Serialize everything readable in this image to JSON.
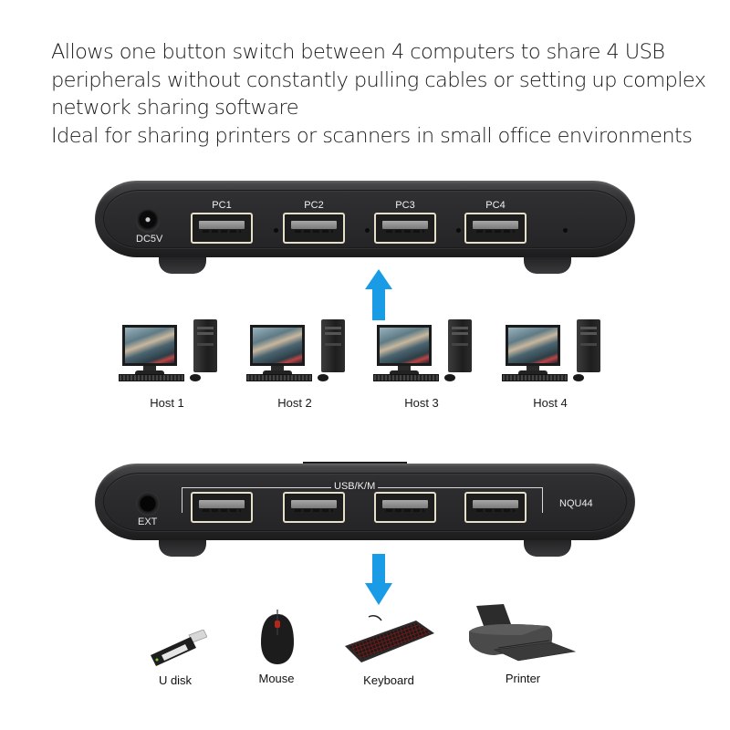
{
  "description": {
    "lines": [
      "Allows one button switch between 4 computers to share 4 USB",
      "peripherals without constantly pulling cables or setting up complex",
      "network sharing software",
      "Ideal for sharing printers or scanners in small office environments"
    ]
  },
  "front_panel": {
    "power_jack_label": "DC5V",
    "ports": [
      {
        "label": "PC1"
      },
      {
        "label": "PC2"
      },
      {
        "label": "PC3"
      },
      {
        "label": "PC4"
      }
    ]
  },
  "arrow_color": "#1a9be6",
  "hosts": [
    {
      "label": "Host 1",
      "icon": "desktop-computer-icon"
    },
    {
      "label": "Host 2",
      "icon": "desktop-computer-icon"
    },
    {
      "label": "Host 3",
      "icon": "desktop-computer-icon"
    },
    {
      "label": "Host 4",
      "icon": "desktop-computer-icon"
    }
  ],
  "back_panel": {
    "ext_jack_label": "EXT",
    "port_group_label": "USB/K/M",
    "model": "NQU44",
    "port_count": 4
  },
  "peripherals": [
    {
      "label": "U disk",
      "icon": "usb-drive-icon"
    },
    {
      "label": "Mouse",
      "icon": "mouse-icon"
    },
    {
      "label": "Keyboard",
      "icon": "keyboard-icon"
    },
    {
      "label": "Printer",
      "icon": "printer-icon"
    }
  ]
}
